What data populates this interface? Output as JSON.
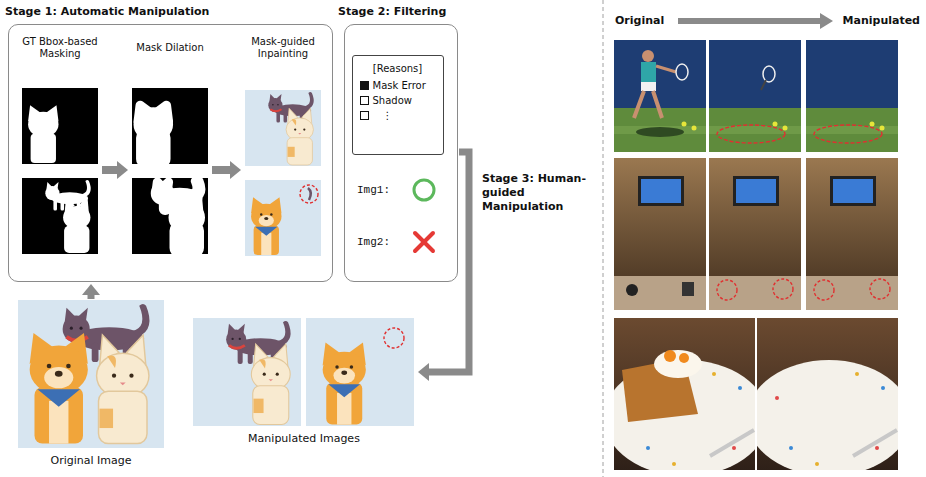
{
  "diagram": {
    "nodes": [
      {
        "text": [
          "Stage 1: Automatic Manipulation"
        ]
      },
      {
        "text": [
          "Stage 2: Filtering"
        ]
      },
      {
        "text": [
          "[Reasons]",
          "Mask Error",
          "Shadow",
          "⋮"
        ],
        "in": 1
      },
      {
        "text": [
          "Original Image"
        ]
      },
      {
        "text": [
          "Manipulated Images"
        ]
      }
    ],
    "edges": [
      {
        "from": 3,
        "to": 0,
        "arrow": "to"
      },
      {
        "from": 1,
        "to": 4,
        "arrow": "to",
        "label": "Stage 3: Human-guided Manipulation"
      }
    ],
    "labels": [
      "GT Bbox-based Masking",
      "Mask Dilation",
      "Mask-guided Inpainting",
      "Img1:",
      "Img2:",
      "Original",
      "Manipulated"
    ]
  }
}
